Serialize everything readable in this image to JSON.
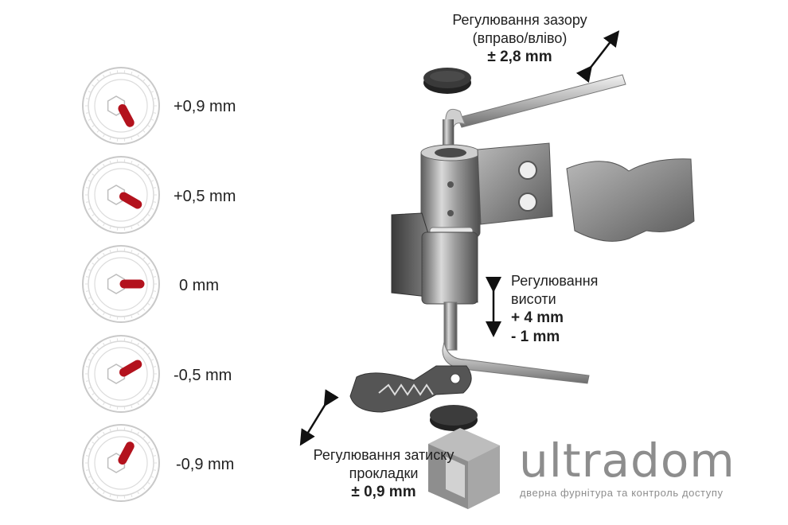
{
  "dial_settings": [
    {
      "label": "+0,9 mm",
      "angle": 62
    },
    {
      "label": "+0,5 mm",
      "angle": 30
    },
    {
      "label": "0 mm",
      "angle": 0
    },
    {
      "label": "-0,5 mm",
      "angle": -30
    },
    {
      "label": "-0,9 mm",
      "angle": -62
    }
  ],
  "callouts": {
    "gap": {
      "line1": "Регулювання зазору",
      "line2": "(вправо/вліво)",
      "value": "± 2,8 mm"
    },
    "height": {
      "line1": "Регулювання",
      "line2": "висоти",
      "value1": "+ 4 mm",
      "value2": "- 1 mm"
    },
    "clamp": {
      "line1": "Регулювання затиску",
      "line2": "прокладки",
      "value": "± 0,9 mm"
    }
  },
  "brand": {
    "name": "ultradom",
    "tagline": "дверна фурнітура та контроль доступу"
  },
  "colors": {
    "accent": "#b3121d",
    "metal": "#9a9a9a",
    "brand_gray": "#8d8d8d"
  }
}
